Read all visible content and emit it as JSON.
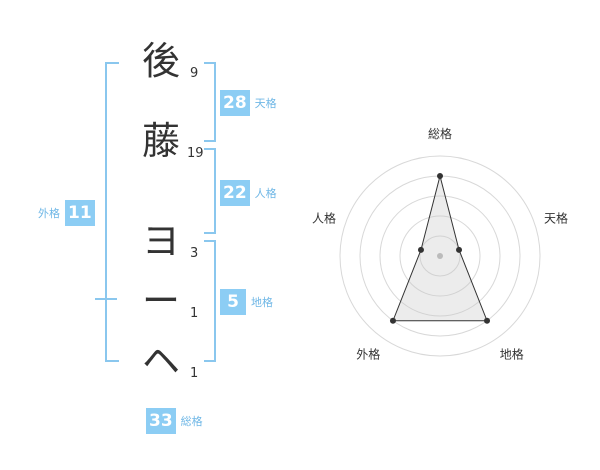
{
  "name": [
    {
      "char": "後",
      "strokes": "9"
    },
    {
      "char": "藤",
      "strokes": "19"
    },
    {
      "char": "ヨ",
      "strokes": "3"
    },
    {
      "char": "ー",
      "strokes": "1"
    },
    {
      "char": "ヘ",
      "strokes": "1"
    }
  ],
  "fortunes": {
    "tenkaku": {
      "value": "28",
      "label": "天格"
    },
    "jinkaku": {
      "value": "22",
      "label": "人格"
    },
    "chikaku": {
      "value": "5",
      "label": "地格"
    },
    "gaikaku": {
      "value": "11",
      "label": "外格"
    },
    "soukaku": {
      "value": "33",
      "label": "総格"
    }
  },
  "chart_data": {
    "type": "radar",
    "axes": [
      "総格",
      "天格",
      "地格",
      "外格",
      "人格"
    ],
    "values": [
      4,
      1,
      4,
      4,
      1
    ],
    "max": 5,
    "rings": 5
  },
  "colors": {
    "accent": "#8ccdf4",
    "bracket": "#8ac7ee",
    "label": "#6fb7e6"
  }
}
